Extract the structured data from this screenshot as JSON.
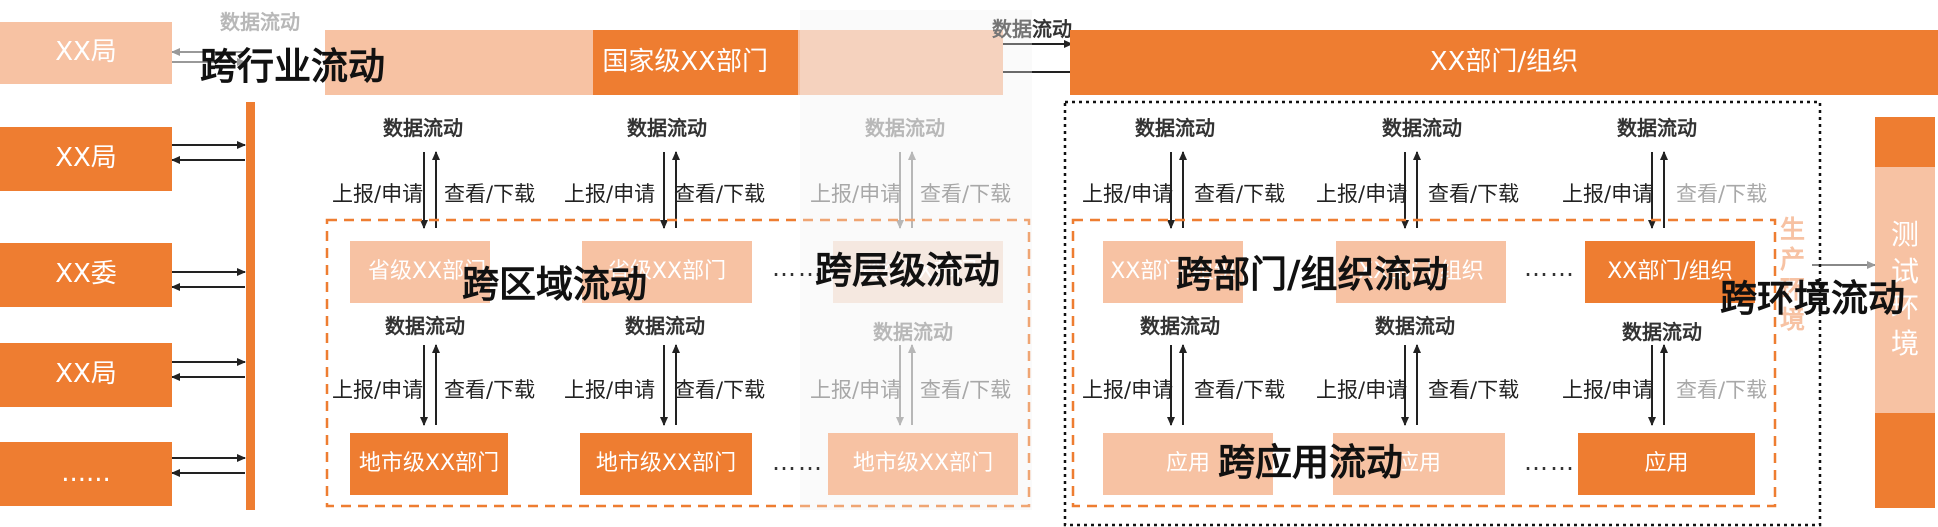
{
  "left_boxes": [
    "XX局",
    "XX局",
    "XX委",
    "XX局",
    "......"
  ],
  "top": {
    "data_flow_left": "数据流动",
    "cross_industry": "跨行业流动",
    "national": "国家级XX部门",
    "data_flow_mid": "数据流动",
    "dept_org": "XX部门/组织"
  },
  "labels": {
    "data_flow": "数据流动",
    "report": "上报/申请",
    "view": "查看/下载"
  },
  "region": {
    "province_1": "省级XX部门",
    "province_2": "省级XX部门",
    "province_3": "省级XX部门",
    "city_1": "地市级XX部门",
    "city_2": "地市级XX部门",
    "city_3": "地市级XX部门",
    "ellipsis": "……"
  },
  "org": {
    "dept_1": "XX部门/组织",
    "dept_2": "XX部门/组织",
    "dept_3": "XX部门/组织",
    "app_1": "应用",
    "app_2": "应用",
    "app_3": "应用",
    "ellipsis": "……"
  },
  "env": {
    "production": "生产环境",
    "test": "测试环境"
  },
  "overlays": {
    "cross_region": "跨区域流动",
    "cross_level": "跨层级流动",
    "cross_dept": "跨部门/组织流动",
    "cross_env": "跨环境流动",
    "cross_app": "跨应用流动"
  },
  "colors": {
    "orange": "#ee7d31",
    "light_orange": "#f7c2a3",
    "faint": "#f5e8e0"
  }
}
